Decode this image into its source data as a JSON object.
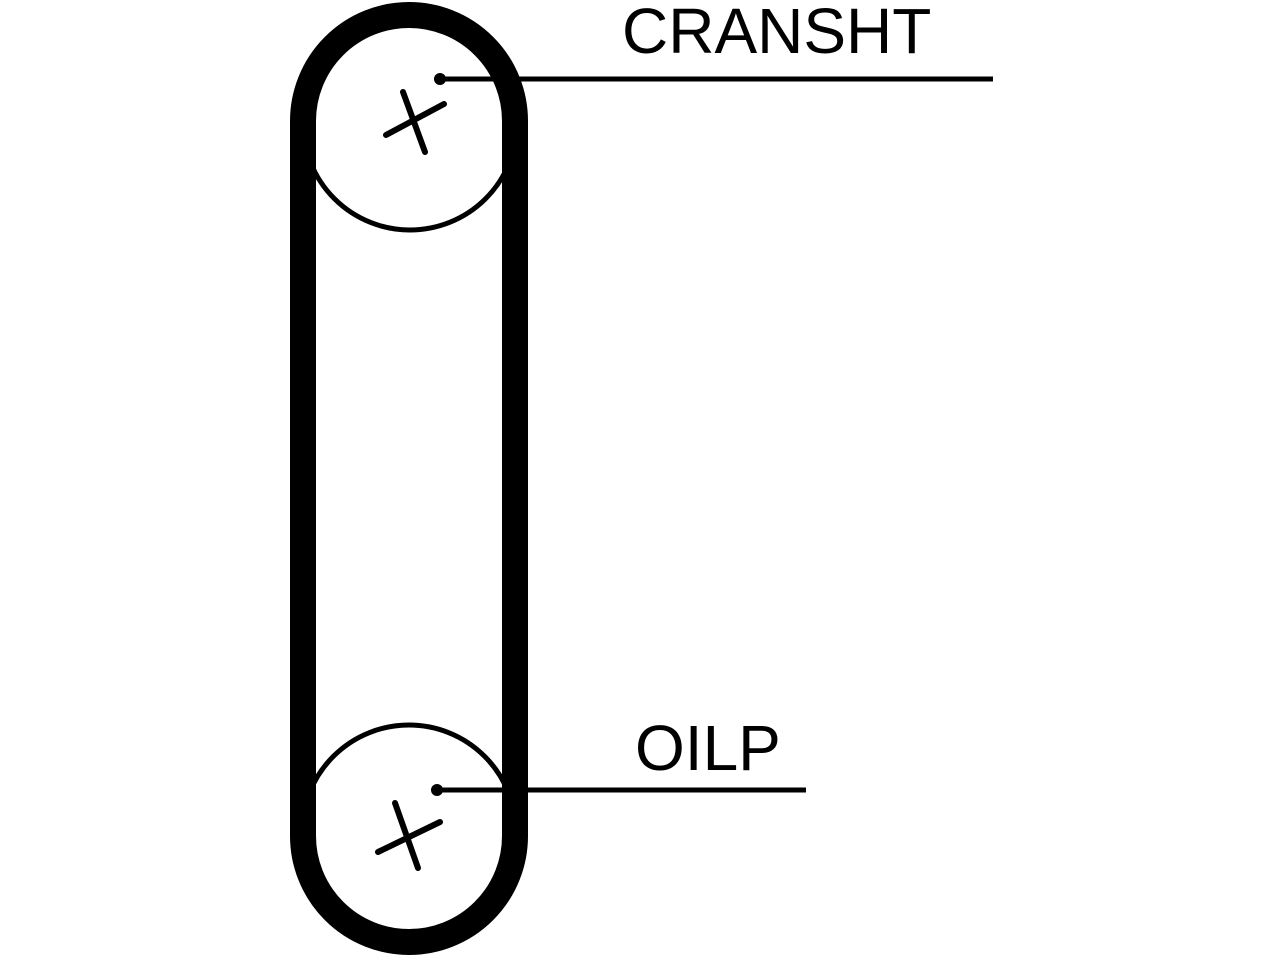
{
  "diagram": {
    "title": "",
    "pulleys": [
      {
        "id": "top",
        "label": "CRANSHT"
      },
      {
        "id": "bottom",
        "label": "OILP"
      }
    ]
  },
  "colors": {
    "line": "#000000",
    "background": "#ffffff"
  }
}
